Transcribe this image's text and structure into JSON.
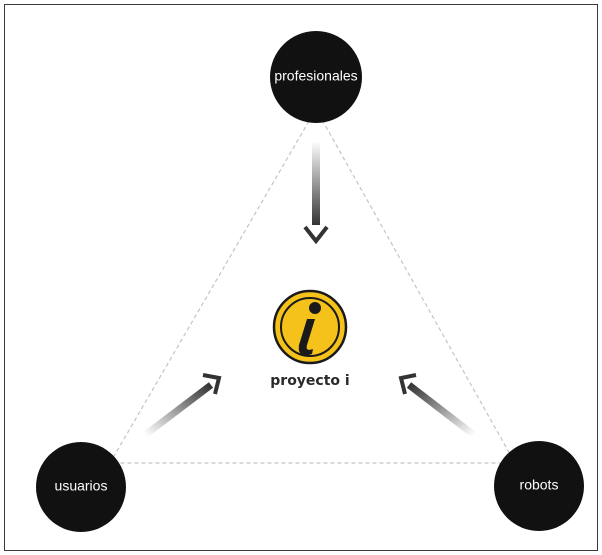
{
  "nodes": {
    "top": {
      "label": "profesionales"
    },
    "left": {
      "label": "usuarios"
    },
    "right": {
      "label": "robots"
    }
  },
  "center": {
    "logo_glyph": "i",
    "logo_label": "proyecto i"
  },
  "colors": {
    "node_fill": "#111111",
    "node_text": "#ffffff",
    "logo_yellow": "#f4c21a",
    "logo_dark": "#1a1a1a",
    "arrow": "#333333",
    "triangle_edge": "#c4c4c4",
    "frame_border": "#3a3a3a"
  }
}
